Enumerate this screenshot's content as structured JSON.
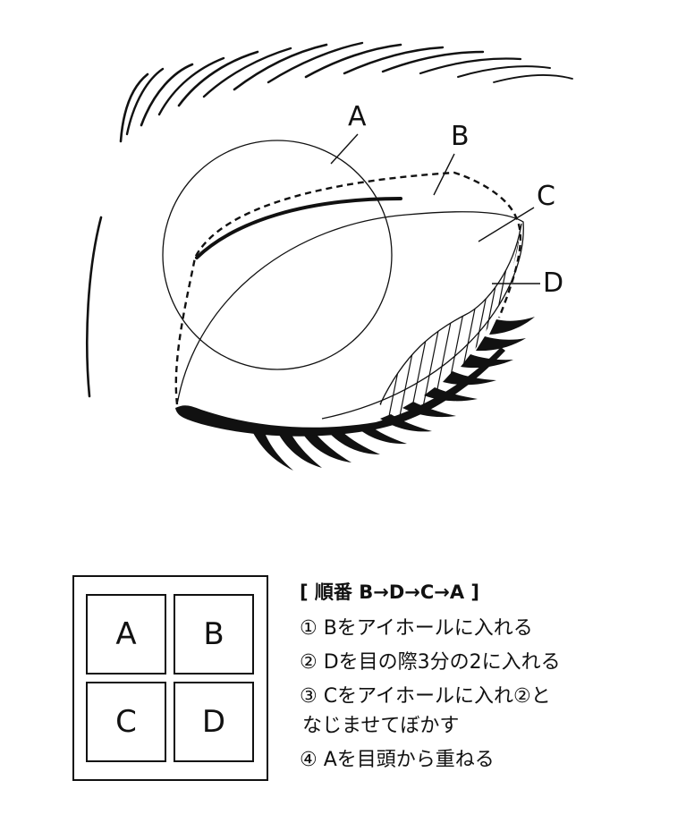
{
  "diagram": {
    "zone_labels": {
      "a": "A",
      "b": "B",
      "c": "C",
      "d": "D"
    }
  },
  "palette": {
    "pans": [
      "A",
      "B",
      "C",
      "D"
    ]
  },
  "instructions": {
    "title": "[ 順番 B→D→C→A ]",
    "steps": [
      "① Bをアイホールに入れる",
      "② Dを目の際3分の2に入れる",
      "③ Cをアイホールに入れ②と",
      "なじませてぼかす",
      "④ Aを目頭から重ねる"
    ]
  }
}
